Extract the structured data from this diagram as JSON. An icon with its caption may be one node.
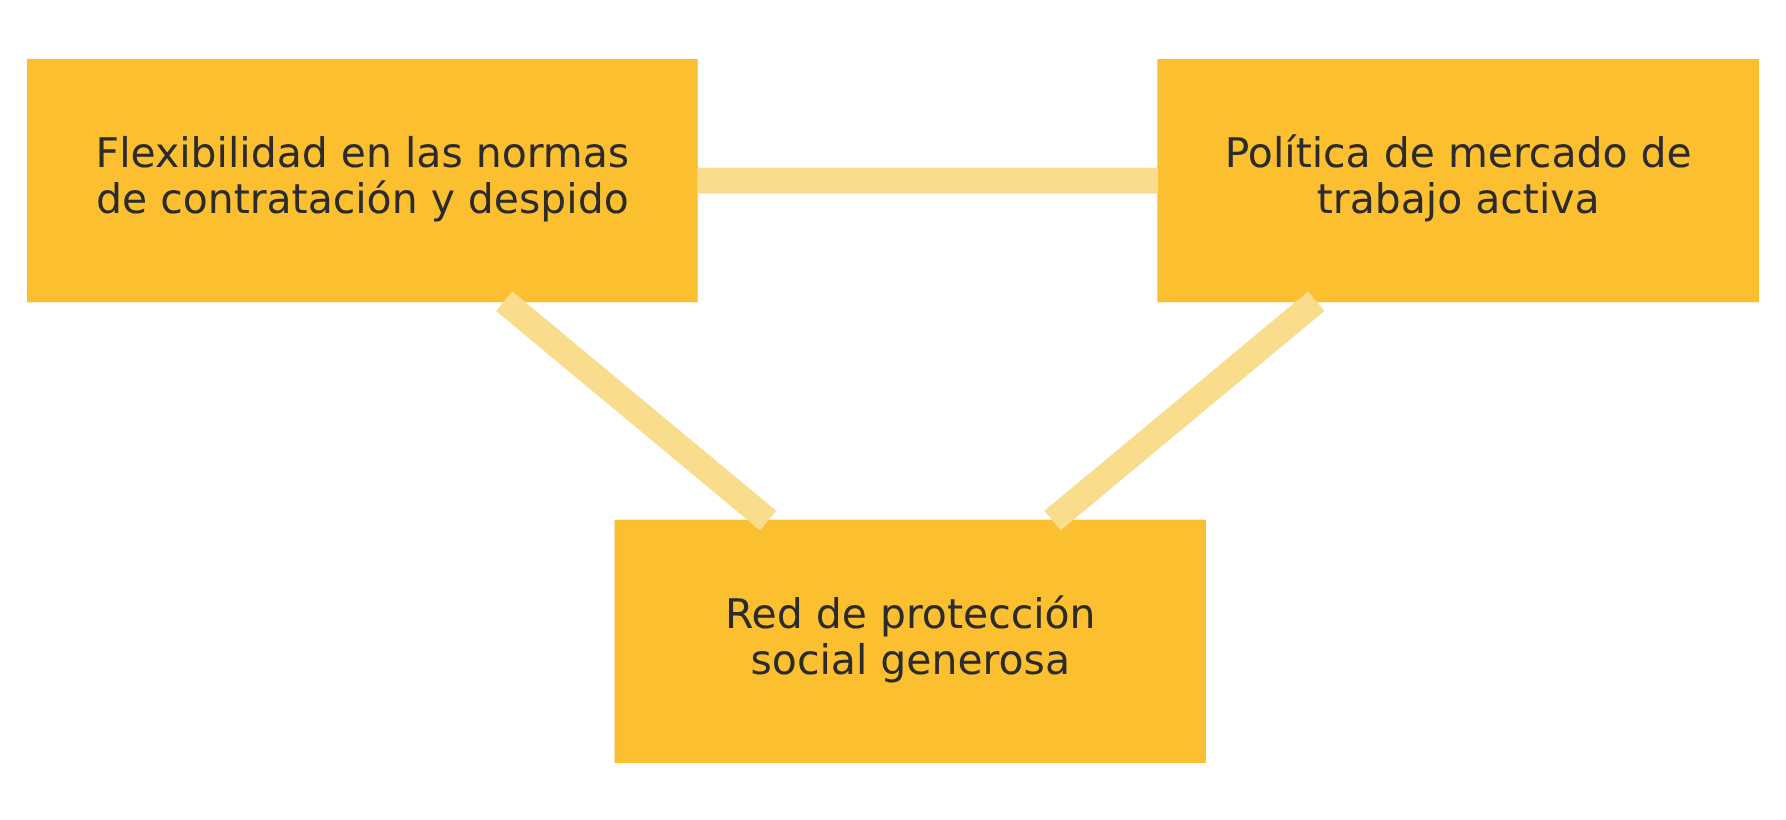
{
  "diagram": {
    "nodes": [
      {
        "text": [
          "Flexibilidad en las normas de contratación y despido"
        ]
      },
      {
        "text": [
          "Política de mercado de trabajo activa"
        ]
      },
      {
        "text": [
          "Red de protección social generosa"
        ]
      }
    ],
    "edges": [
      {
        "from": 0,
        "to": 1,
        "arrow": "none"
      },
      {
        "from": 0,
        "to": 2,
        "arrow": "none"
      },
      {
        "from": 1,
        "to": 2,
        "arrow": "none"
      }
    ]
  }
}
